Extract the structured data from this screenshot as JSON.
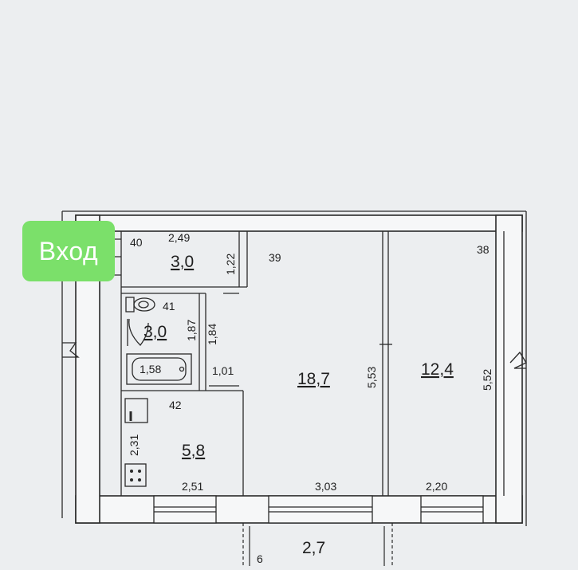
{
  "entrance_label": "Вход",
  "colors": {
    "entrance_badge": "#7be06a",
    "paper": "#eceef0",
    "lines": "#2a2a2a"
  },
  "rooms": {
    "hall": {
      "number": "40",
      "area": "3,0",
      "width": "2,49",
      "depth": "1,22"
    },
    "toilet": {
      "number": "41"
    },
    "bath": {
      "area": "3,0",
      "height": "1,87",
      "depth": "1,84",
      "tub": "1,58",
      "width": "1,01"
    },
    "kitchen": {
      "number": "42",
      "area": "5,8",
      "length": "2,31",
      "width": "2,51"
    },
    "living": {
      "number": "39",
      "area": "18,7",
      "length": "5,53",
      "width": "3,03"
    },
    "bedroom": {
      "number": "38",
      "area": "12,4",
      "length": "5,52",
      "width": "2,20"
    },
    "balcony": {
      "area": "2,7",
      "number": "6"
    }
  }
}
